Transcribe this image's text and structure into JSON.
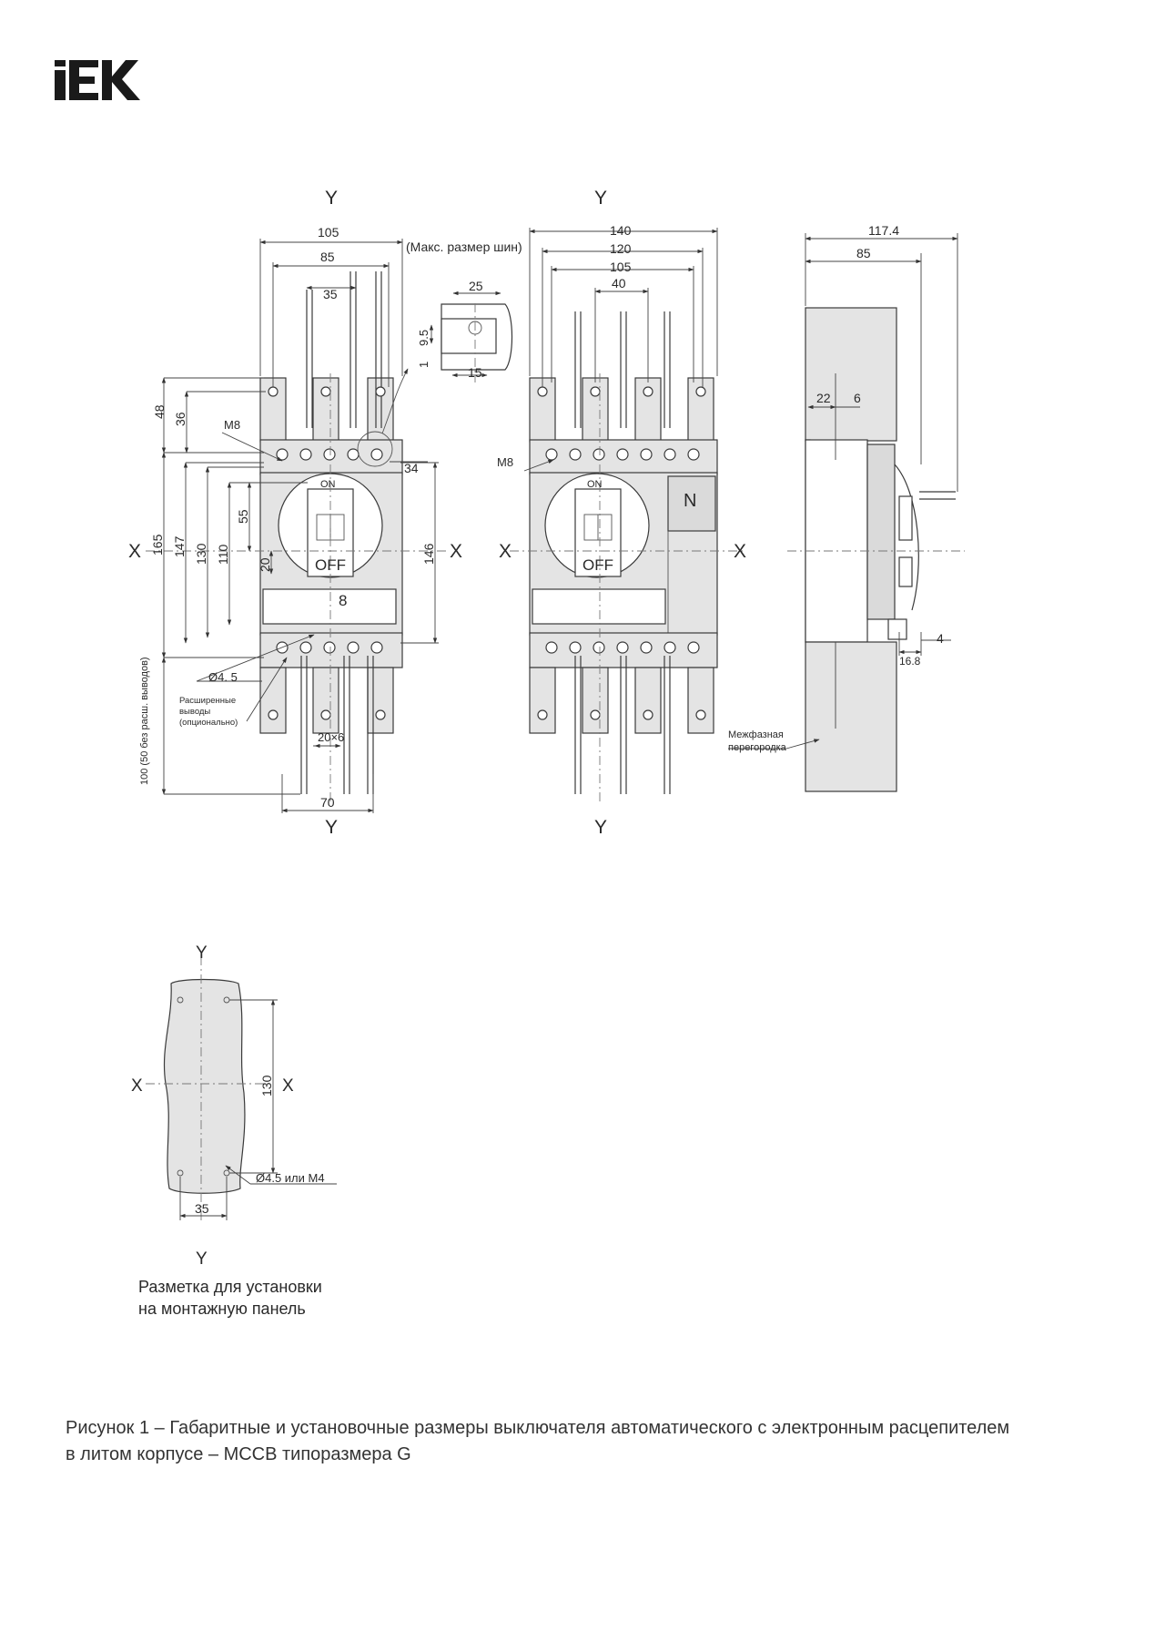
{
  "brand": {
    "logo_text": "IEK",
    "color": "#1a1a1a"
  },
  "axes": {
    "x": "X",
    "y": "Y"
  },
  "front_view": {
    "dims": {
      "d105": "105",
      "d85": "85",
      "d35": "35",
      "d48": "48",
      "d36": "36",
      "d165": "165",
      "d147": "147",
      "d130": "130",
      "d110": "110",
      "d55": "55",
      "d20": "20",
      "d146": "146",
      "d34": "34",
      "d70": "70",
      "d20x6": "20×6",
      "d100": "100 (50 без расш. выводов)"
    },
    "labels": {
      "m8": "M8",
      "hole": "Ø4. 5",
      "ext_1": "Расширенные",
      "ext_2": "выводы",
      "ext_3": "(опционально)",
      "on": "ON",
      "off": "OFF",
      "setting": "8"
    }
  },
  "busbar_detail": {
    "note": "(Макс. размер шин)",
    "dims": {
      "d25": "25",
      "d9_5": "9.5",
      "d1": "1",
      "d15": "15"
    }
  },
  "front_view_4p": {
    "dims": {
      "d140": "140",
      "d120": "120",
      "d105": "105",
      "d40": "40"
    },
    "labels": {
      "m8": "M8",
      "n": "N",
      "on": "ON",
      "off": "OFF"
    }
  },
  "side_view": {
    "dims": {
      "d117_4": "117.4",
      "d85": "85",
      "d22": "22",
      "d6": "6",
      "d4": "4",
      "d16_8": "16.8"
    },
    "labels": {
      "partition_1": "Межфазная",
      "partition_2": "перегородка"
    }
  },
  "mounting": {
    "dims": {
      "d130": "130",
      "d35": "35"
    },
    "hole_label": "Ø4.5 или М4",
    "caption_1": "Разметка для установки",
    "caption_2": "на монтажную панель"
  },
  "figure_caption": {
    "line1": "Рисунок 1 – Габаритные и установочные размеры выключателя автоматического с электронным расцепителем",
    "line2": "в литом корпусе – MCCB типоразмера G"
  }
}
